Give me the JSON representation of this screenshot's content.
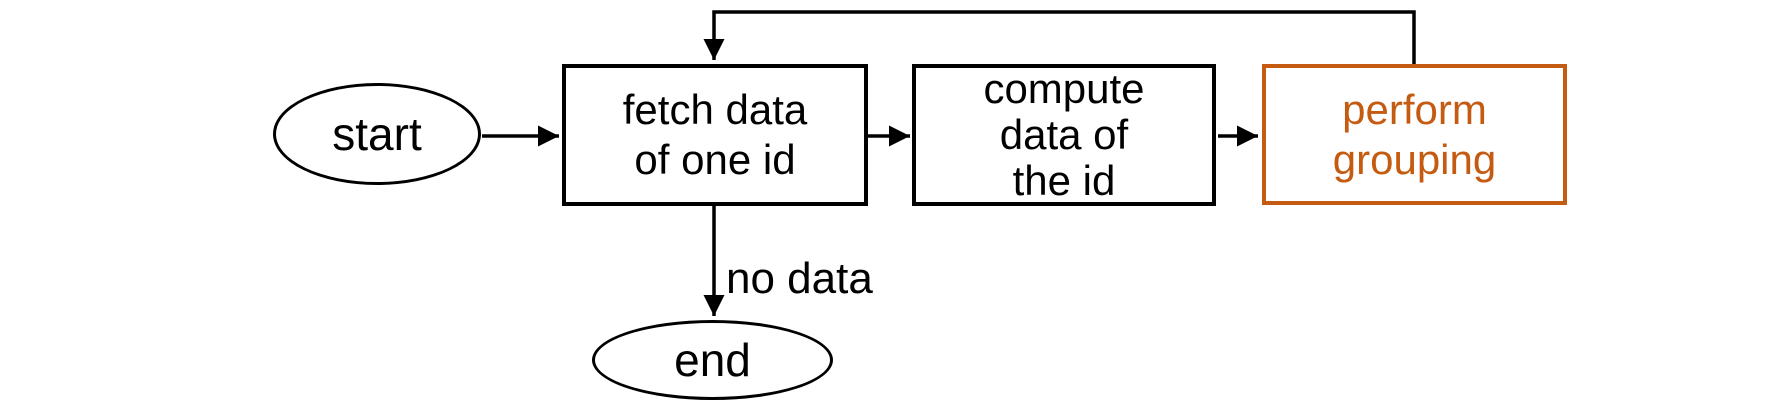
{
  "diagram": {
    "type": "flowchart",
    "background_color": "#FFFFFF",
    "line_color": "#000000",
    "accent_color": "#C55A11",
    "nodes": {
      "start": {
        "label": "start",
        "shape": "ellipse",
        "color": "#000000"
      },
      "fetch": {
        "label": "fetch data\nof one id",
        "shape": "rect",
        "color": "#000000"
      },
      "compute": {
        "label": "compute\ndata of\nthe id",
        "shape": "rect",
        "color": "#000000"
      },
      "grouping": {
        "label": "perform\ngrouping",
        "shape": "rect",
        "color": "#C55A11"
      },
      "end": {
        "label": "end",
        "shape": "ellipse",
        "color": "#000000"
      }
    },
    "edges": [
      {
        "from": "start",
        "to": "fetch",
        "label": "",
        "style": "straight"
      },
      {
        "from": "fetch",
        "to": "compute",
        "label": "",
        "style": "straight"
      },
      {
        "from": "compute",
        "to": "grouping",
        "label": "",
        "style": "straight"
      },
      {
        "from": "grouping",
        "to": "fetch",
        "label": "",
        "style": "loop-back-over-top"
      },
      {
        "from": "fetch",
        "to": "end",
        "label": "no data",
        "style": "straight-down"
      }
    ]
  }
}
